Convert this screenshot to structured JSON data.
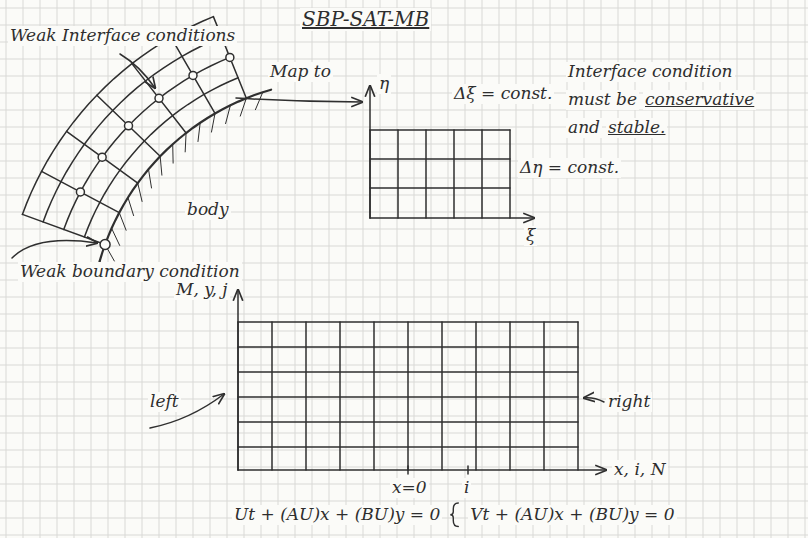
{
  "diagram": {
    "title": "SBP-SAT-MB",
    "labels": [
      "Weak Interface conditions",
      "Map to",
      "body",
      "Weak boundary condition",
      "η",
      "Δξ = const.",
      "Δη = const.",
      "ξ",
      "Interface condition",
      "must be",
      "conservative",
      "and",
      "stable.",
      "M, y, j",
      "left",
      "right",
      "x=0",
      "i",
      "x, i, N",
      "Ut + (AU)x + (BU)y = 0",
      "Vt + (AU)x + (BU)y = 0"
    ]
  }
}
